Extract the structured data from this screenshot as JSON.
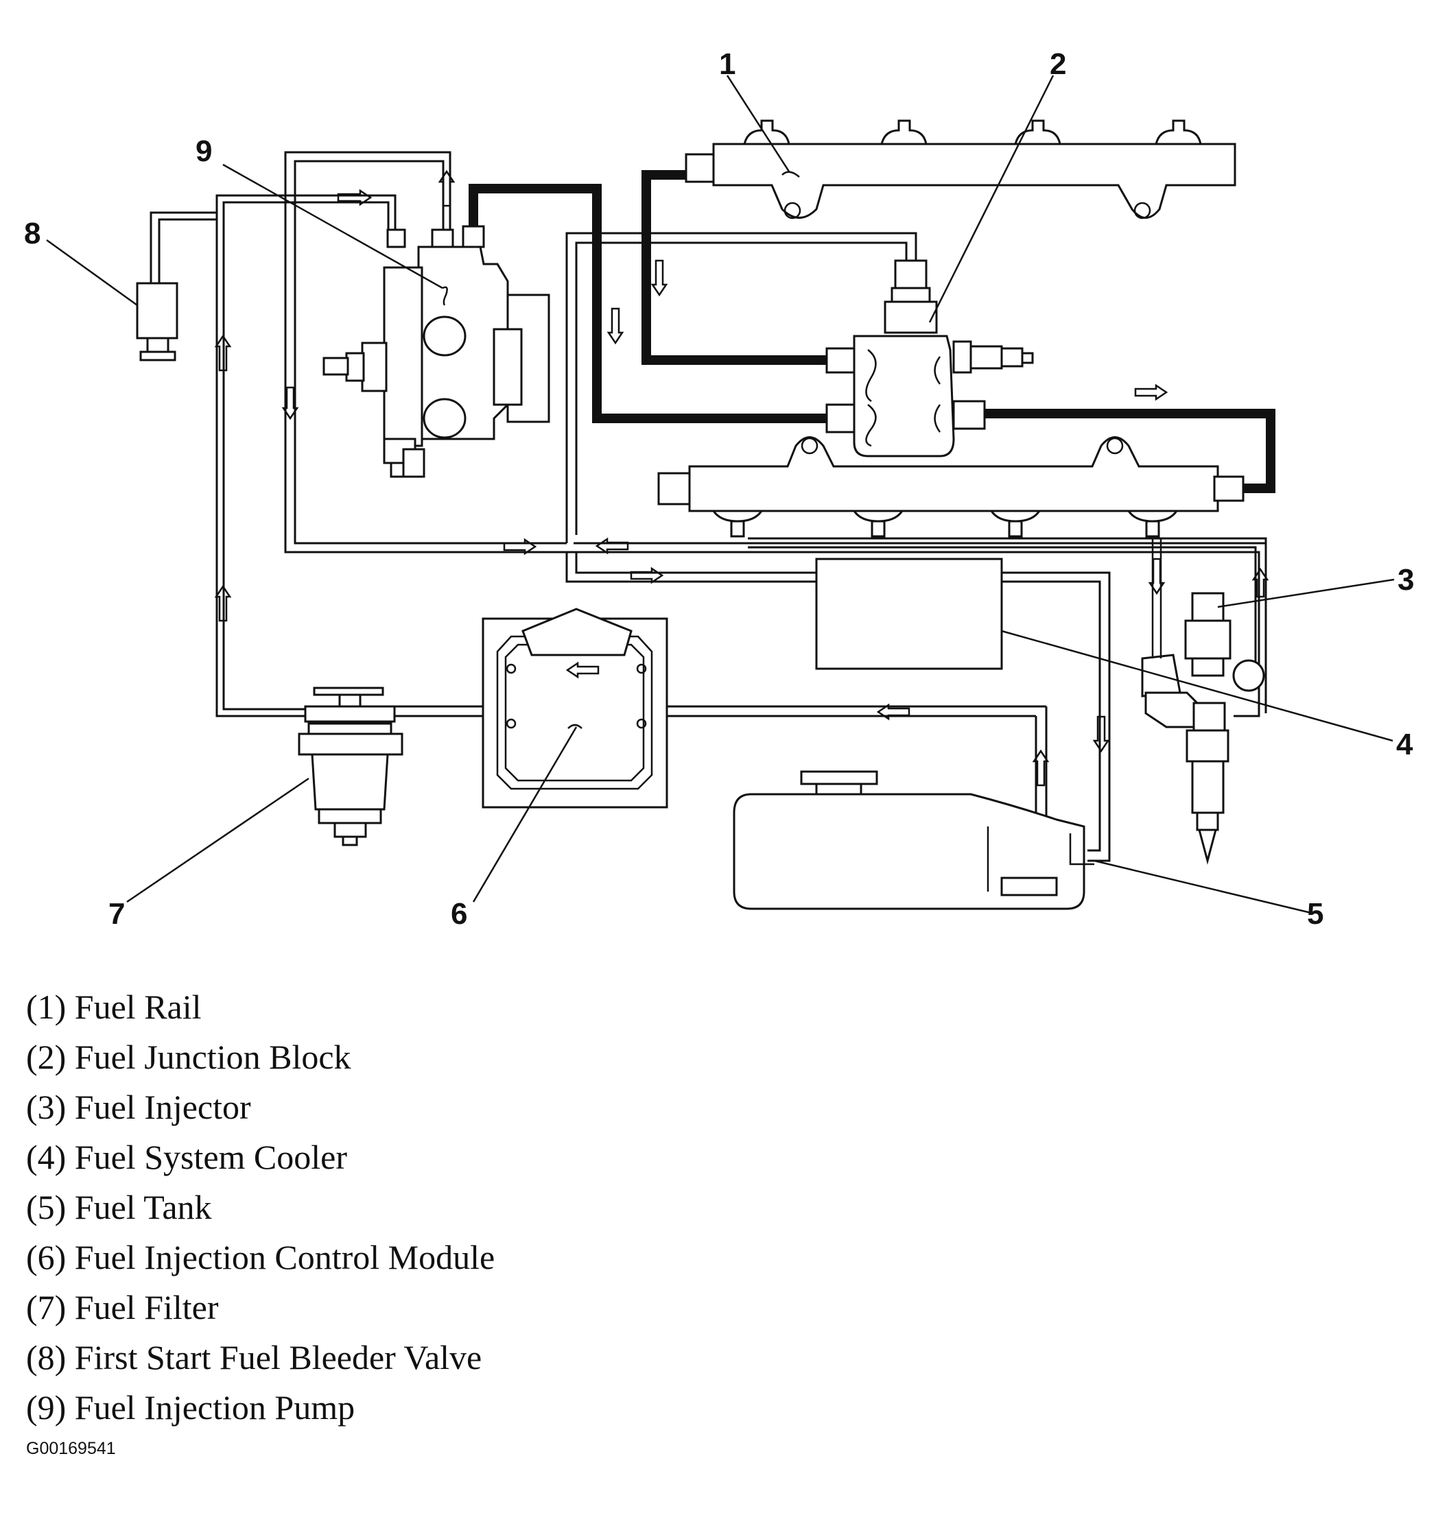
{
  "callouts": [
    "1",
    "2",
    "3",
    "4",
    "5",
    "6",
    "7",
    "8",
    "9"
  ],
  "legend": [
    "(1) Fuel Rail",
    "(2) Fuel Junction Block",
    "(3) Fuel Injector",
    "(4) Fuel System Cooler",
    "(5) Fuel Tank",
    "(6) Fuel Injection Control Module",
    "(7) Fuel Filter",
    "(8) First Start Fuel Bleeder Valve",
    "(9) Fuel Injection Pump"
  ],
  "figure_id": "G00169541",
  "colors": {
    "line": "#111111",
    "background": "#ffffff"
  }
}
